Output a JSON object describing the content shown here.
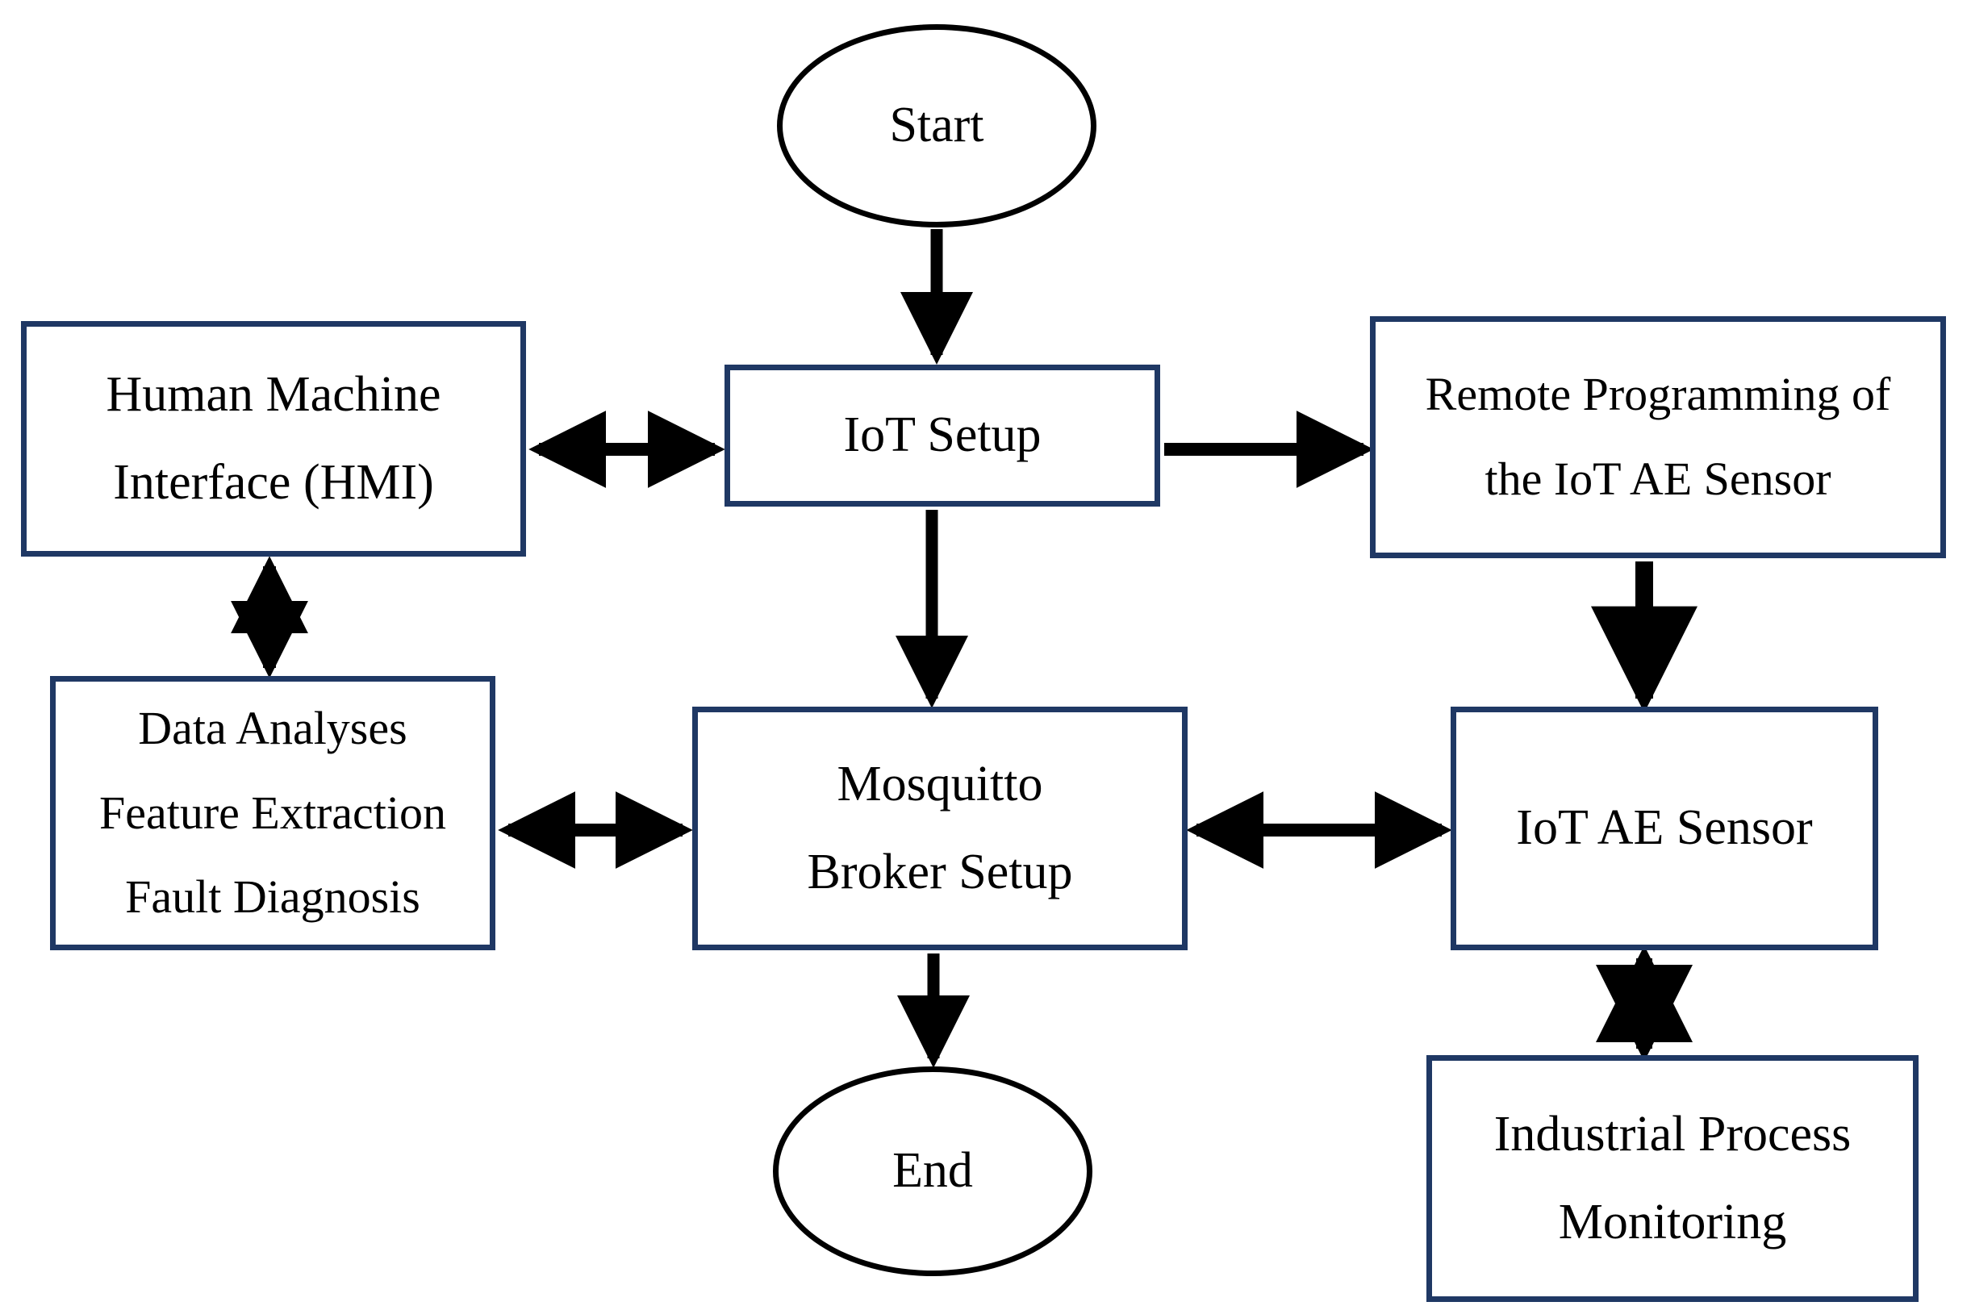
{
  "diagram": {
    "title": "IoT AE Sensor System Flowchart",
    "background_color": "#FFFFFF",
    "box_border_color": "#1F3864",
    "ellipse_border_color": "#000000",
    "arrow_color": "#000000",
    "nodes": [
      {
        "id": "start",
        "shape": "ellipse",
        "lines": [
          "Start"
        ]
      },
      {
        "id": "hmi",
        "shape": "rectangle",
        "lines": [
          "Human Machine",
          "Interface (HMI)"
        ]
      },
      {
        "id": "iot_setup",
        "shape": "rectangle",
        "lines": [
          "IoT Setup"
        ]
      },
      {
        "id": "remote_prog",
        "shape": "rectangle",
        "lines": [
          "Remote Programming of",
          "the IoT AE Sensor"
        ]
      },
      {
        "id": "data_analyses",
        "shape": "rectangle",
        "lines": [
          "Data Analyses",
          "Feature Extraction",
          "Fault Diagnosis"
        ]
      },
      {
        "id": "mosquitto",
        "shape": "rectangle",
        "lines": [
          "Mosquitto",
          "Broker Setup"
        ]
      },
      {
        "id": "iot_ae_sensor",
        "shape": "rectangle",
        "lines": [
          "IoT AE Sensor"
        ]
      },
      {
        "id": "end",
        "shape": "ellipse",
        "lines": [
          "End"
        ]
      },
      {
        "id": "industrial",
        "shape": "rectangle",
        "lines": [
          "Industrial Process",
          "Monitoring"
        ]
      }
    ],
    "edges": [
      {
        "id": "start-to-iot-setup",
        "from": "start",
        "to": "iot_setup",
        "direction": "single",
        "orientation": "vertical"
      },
      {
        "id": "hmi-to-iot-setup",
        "from": "hmi",
        "to": "iot_setup",
        "direction": "double",
        "orientation": "horizontal"
      },
      {
        "id": "iot-setup-to-remote-prog",
        "from": "iot_setup",
        "to": "remote_prog",
        "direction": "single",
        "orientation": "horizontal"
      },
      {
        "id": "hmi-to-data-analyses",
        "from": "hmi",
        "to": "data_analyses",
        "direction": "double",
        "orientation": "vertical"
      },
      {
        "id": "iot-setup-to-mosquitto",
        "from": "iot_setup",
        "to": "mosquitto",
        "direction": "single",
        "orientation": "vertical"
      },
      {
        "id": "remote-prog-to-iot-ae",
        "from": "remote_prog",
        "to": "iot_ae_sensor",
        "direction": "single",
        "orientation": "vertical"
      },
      {
        "id": "data-analyses-to-mosquitto",
        "from": "data_analyses",
        "to": "mosquitto",
        "direction": "double",
        "orientation": "horizontal"
      },
      {
        "id": "mosquitto-to-iot-ae",
        "from": "mosquitto",
        "to": "iot_ae_sensor",
        "direction": "double",
        "orientation": "horizontal"
      },
      {
        "id": "mosquitto-to-end",
        "from": "mosquitto",
        "to": "end",
        "direction": "single",
        "orientation": "vertical"
      },
      {
        "id": "iot-ae-to-industrial",
        "from": "iot_ae_sensor",
        "to": "industrial",
        "direction": "double",
        "orientation": "vertical"
      }
    ]
  },
  "labels": {
    "start": {
      "l0": "Start"
    },
    "hmi": {
      "l0": "Human Machine",
      "l1": "Interface (HMI)"
    },
    "iot_setup": {
      "l0": "IoT Setup"
    },
    "remote_prog": {
      "l0": "Remote Programming of",
      "l1": "the IoT AE Sensor"
    },
    "data_analyses": {
      "l0": "Data Analyses",
      "l1": "Feature Extraction",
      "l2": "Fault Diagnosis"
    },
    "mosquitto": {
      "l0": "Mosquitto",
      "l1": "Broker Setup"
    },
    "iot_ae_sensor": {
      "l0": "IoT AE Sensor"
    },
    "end": {
      "l0": "End"
    },
    "industrial": {
      "l0": "Industrial Process",
      "l1": "Monitoring"
    }
  }
}
